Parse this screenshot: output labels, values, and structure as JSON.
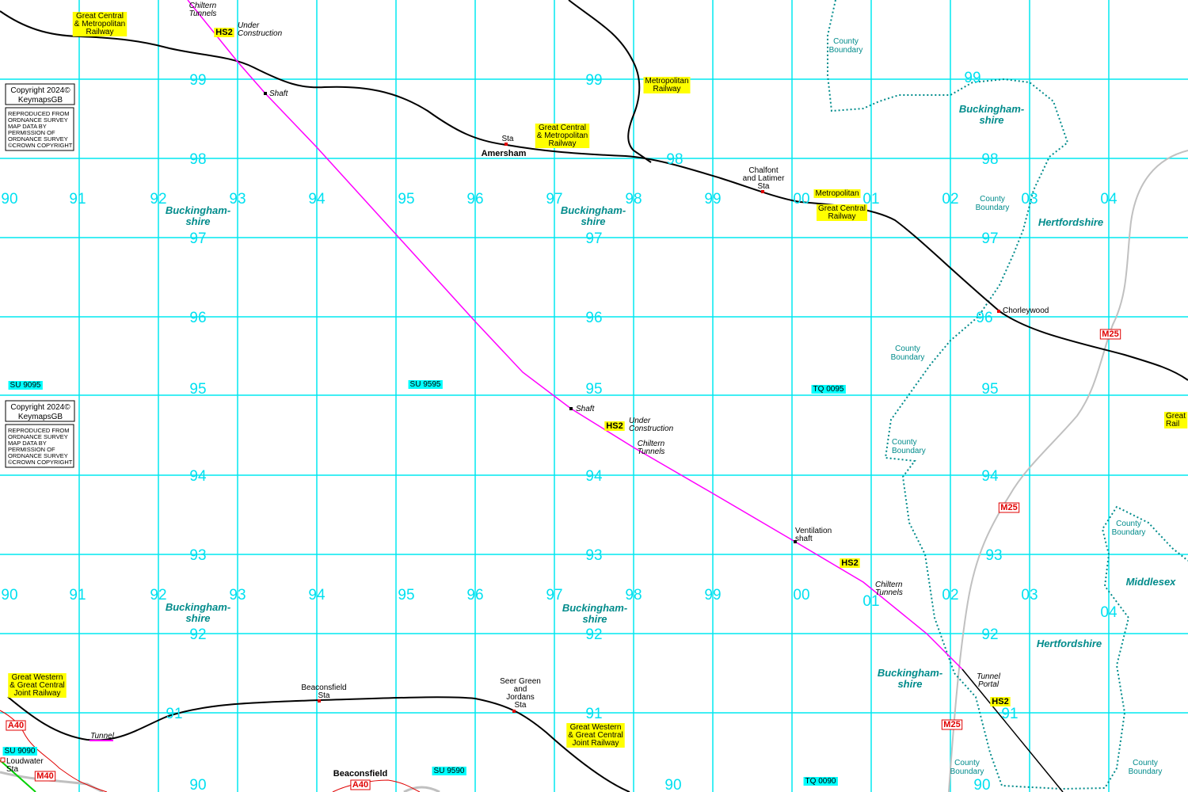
{
  "map": {
    "eastings": [
      "90",
      "91",
      "92",
      "93",
      "94",
      "95",
      "96",
      "97",
      "98",
      "99",
      "00",
      "01",
      "02",
      "03",
      "04"
    ],
    "northings": [
      "99",
      "98",
      "97",
      "96",
      "95",
      "94",
      "93",
      "92",
      "91",
      "90"
    ],
    "colors": {
      "grid": "#00e8f0",
      "hs2": "#ff00ff",
      "railway": "#000000",
      "county_boundary": "#008b8b",
      "motorway": "#c0c0c0",
      "label_bg": "#ffff00",
      "ref_bg": "#00ffff",
      "road": "#e00000"
    },
    "copyright": {
      "line1": "Copyright 2024©",
      "line2": "KeymapsGB",
      "notice": [
        "REPRODUCED FROM",
        "ORDNANCE SURVEY",
        "MAP DATA BY",
        "PERMISSION OF",
        "ORDNANCE SURVEY",
        "©CROWN COPYRIGHT"
      ]
    },
    "rail_labels": [
      {
        "lines": [
          "Great Central",
          "& Metropolitan",
          "Railway"
        ]
      },
      {
        "lines": [
          "Great Central",
          "& Metropolitan",
          "Railway"
        ]
      },
      {
        "lines": [
          "Metropolitan",
          "Railway"
        ]
      },
      {
        "lines": [
          "Metropolitan"
        ]
      },
      {
        "lines": [
          "Great  Central",
          "Railway"
        ]
      },
      {
        "lines": [
          "Great Western",
          "& Great  Central",
          "Joint Railway"
        ]
      },
      {
        "lines": [
          "Great Western",
          "& Great Central",
          "Joint Railway"
        ]
      },
      {
        "lines": [
          "Great",
          "Rail"
        ]
      }
    ],
    "hs2_label": "HS2",
    "italic_labels": [
      {
        "lines": [
          "Chiltern",
          "Tunnels"
        ]
      },
      {
        "lines": [
          "Under",
          "Construction"
        ]
      },
      {
        "lines": [
          "Shaft"
        ]
      },
      {
        "lines": [
          "Shaft"
        ]
      },
      {
        "lines": [
          "Under",
          "Construction"
        ]
      },
      {
        "lines": [
          "Chiltern",
          "Tunnels"
        ]
      },
      {
        "lines": [
          "Chiltern",
          "Tunnels"
        ]
      },
      {
        "lines": [
          "Tunnel",
          "Portal"
        ]
      },
      {
        "lines": [
          "Tunnel"
        ]
      }
    ],
    "stations": [
      {
        "lines": [
          "Sta"
        ]
      },
      {
        "lines": [
          "Chalfont",
          "and Latimer",
          "Sta"
        ]
      },
      {
        "lines": [
          "Chorleywood"
        ]
      },
      {
        "lines": [
          "Ventilation",
          "shaft"
        ]
      },
      {
        "lines": [
          "Beaconsfield",
          "Sta"
        ]
      },
      {
        "lines": [
          "Seer Green",
          "and",
          "Jordans",
          "Sta"
        ]
      },
      {
        "lines": [
          "Loudwater",
          "Sta"
        ]
      }
    ],
    "towns": [
      "Amersham",
      "Beaconsfield"
    ],
    "counties": {
      "bucks": [
        "Buckingham-",
        "shire"
      ],
      "herts": "Hertfordshire",
      "middlesex": "Middlesex"
    },
    "county_boundary": [
      "County",
      "Boundary"
    ],
    "grid_refs": [
      "SU 9095",
      "SU 9595",
      "TQ 0095",
      "SU 9090",
      "SU 9590",
      "TQ 0090"
    ],
    "roads": [
      "M25",
      "M25",
      "M25",
      "M40",
      "A40",
      "A40"
    ]
  }
}
